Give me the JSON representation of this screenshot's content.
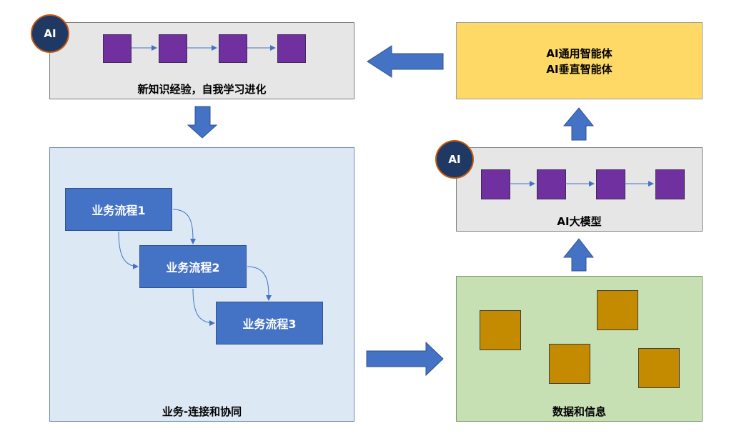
{
  "evolution_panel": {
    "label": "新知识经验，自我学习进化",
    "badge": "AI"
  },
  "agents_panel": {
    "line1": "AI通用智能体",
    "line2": "AI垂直智能体"
  },
  "model_panel": {
    "label": "AI大模型",
    "badge": "AI"
  },
  "business_panel": {
    "label": "业务-连接和协同",
    "processes": [
      "业务流程1",
      "业务流程2",
      "业务流程3"
    ]
  },
  "data_panel": {
    "label": "数据和信息"
  },
  "colors": {
    "panel_gray": "#e7e6e6",
    "panel_blue": "#dde8f5",
    "panel_green": "#c6e0b4",
    "panel_yellow": "#ffd966",
    "node_purple": "#7030a0",
    "block_gold": "#c48a00",
    "process_blue": "#4472c4",
    "arrow_blue": "#4472c4",
    "badge_navy": "#1f3864"
  }
}
